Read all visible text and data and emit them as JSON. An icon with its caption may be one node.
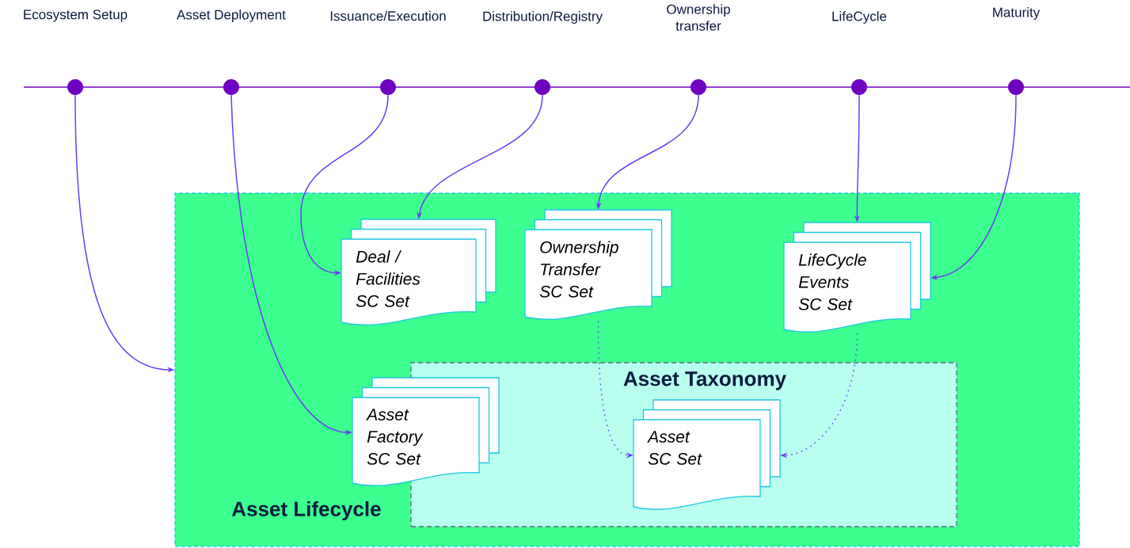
{
  "diagram": {
    "nodes": [
      {
        "text": [
          "Ecosystem Setup"
        ]
      },
      {
        "text": [
          "Asset Deployment"
        ]
      },
      {
        "text": [
          "Issuance/Execution"
        ]
      },
      {
        "text": [
          "Distribution/Registry"
        ]
      },
      {
        "text": [
          "Ownership transfer"
        ]
      },
      {
        "text": [
          "LifeCycle"
        ]
      },
      {
        "text": [
          "Maturity"
        ]
      },
      {
        "text": [
          "Asset Lifecycle"
        ]
      },
      {
        "text": [
          "Deal / Facilities SC Set"
        ],
        "in": 7
      },
      {
        "text": [
          "Ownership Transfer SC Set"
        ],
        "in": 7
      },
      {
        "text": [
          "LifeCycle Events SC Set"
        ],
        "in": 7
      },
      {
        "text": [
          "Asset Taxonomy"
        ],
        "in": 7
      },
      {
        "text": [
          "Asset Factory SC Set"
        ],
        "in": 7
      },
      {
        "text": [
          "Asset SC Set"
        ],
        "in": 11
      }
    ],
    "edges": [
      {
        "from": 0,
        "to": 7,
        "arrow": "to"
      },
      {
        "from": 1,
        "to": 12,
        "arrow": "to"
      },
      {
        "from": 2,
        "to": 8,
        "arrow": "to"
      },
      {
        "from": 3,
        "to": 8,
        "arrow": "to"
      },
      {
        "from": 4,
        "to": 9,
        "arrow": "to"
      },
      {
        "from": 5,
        "to": 10,
        "arrow": "to"
      },
      {
        "from": 6,
        "to": 10,
        "arrow": "to"
      },
      {
        "from": 9,
        "to": 13,
        "arrow": "to",
        "style": "dashed"
      },
      {
        "from": 10,
        "to": 13,
        "arrow": "to",
        "style": "dashed"
      }
    ]
  }
}
